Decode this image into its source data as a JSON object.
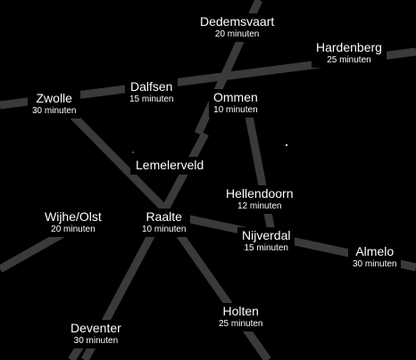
{
  "map": {
    "background_color": "#000000",
    "road_color": "#3a3a3a",
    "label_text_color": "#ffffff",
    "places": [
      {
        "id": "dedemsvaart",
        "name": "Dedemsvaart",
        "time": "20 minuten"
      },
      {
        "id": "hardenberg",
        "name": "Hardenberg",
        "time": "25 minuten"
      },
      {
        "id": "zwolle",
        "name": "Zwolle",
        "time": "30 minuten"
      },
      {
        "id": "dalfsen",
        "name": "Dalfsen",
        "time": "15 minuten"
      },
      {
        "id": "ommen",
        "name": "Ommen",
        "time": "10 minuten"
      },
      {
        "id": "lemelerveld",
        "name": "Lemelerveld",
        "time": ""
      },
      {
        "id": "hellendoorn",
        "name": "Hellendoorn",
        "time": "12 minuten"
      },
      {
        "id": "wijhe-olst",
        "name": "Wijhe/Olst",
        "time": "20 minuten"
      },
      {
        "id": "raalte",
        "name": "Raalte",
        "time": "10 minuten"
      },
      {
        "id": "nijverdal",
        "name": "Nijverdal",
        "time": "15 minuten"
      },
      {
        "id": "almelo",
        "name": "Almelo",
        "time": "30 minuten"
      },
      {
        "id": "deventer",
        "name": "Deventer",
        "time": "30 minuten"
      },
      {
        "id": "holten",
        "name": "Holten",
        "time": "25 minuten"
      }
    ]
  }
}
